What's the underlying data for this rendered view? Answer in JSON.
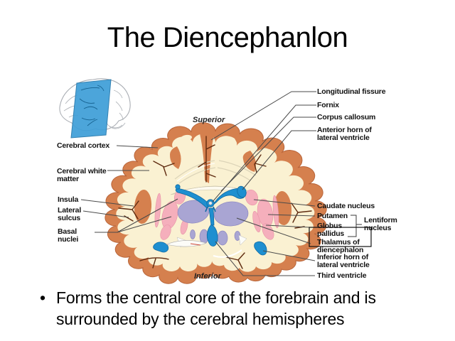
{
  "title": "The Diencephanlon",
  "bullets": [
    {
      "marker": "•",
      "text": "Forms the central core of the forebrain and is\nsurrounded by the cerebral hemispheres"
    }
  ],
  "figure": {
    "orientation": {
      "superior": "Superior",
      "inferior": "Inferior"
    },
    "labels": {
      "cerebral_cortex": "Cerebral cortex",
      "cerebral_white_matter": "Cerebral white\nmatter",
      "insula": "Insula",
      "lateral_sulcus": "Lateral\nsulcus",
      "basal_nuclei": "Basal\nnuclei",
      "longitudinal_fissure": "Longitudinal fissure",
      "fornix": "Fornix",
      "corpus_callosum": "Corpus callosum",
      "anterior_horn": "Anterior horn of\nlateral ventricle",
      "caudate_nucleus": "Caudate nucleus",
      "putamen": "Putamen",
      "globus_pallidus": "Globus\npallidus",
      "lentiform_nucleus": "Lentiform\nnucleus",
      "thalamus": "Thalamus of\ndiencephalon",
      "inferior_horn": "Inferior horn of\nlateral ventricle",
      "third_ventricle": "Third ventricle"
    },
    "colors": {
      "cortex": "#D5804E",
      "white_matter": "#FAF1D2",
      "ventricle_blue": "#1E8FD0",
      "thalamus_lavender": "#A9A5D3",
      "nuclei_pink": "#F5AFBC",
      "sulci_brown": "#5F2B10",
      "leader_line": "#4A4A4A",
      "plane_blue": "#3F9FD8"
    }
  }
}
